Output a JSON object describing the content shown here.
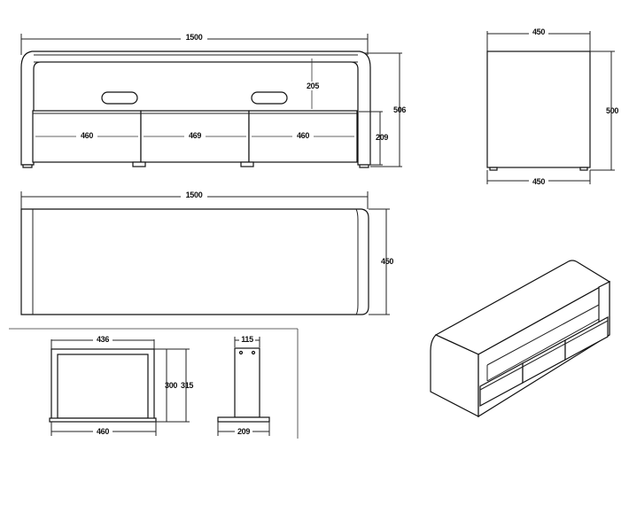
{
  "front_view": {
    "overall_width": "1500",
    "shelf_height": "205",
    "overall_height": "506",
    "drawer_1_width": "460",
    "drawer_2_width": "469",
    "drawer_3_width": "460",
    "drawer_height": "209"
  },
  "side_view": {
    "top_depth": "450",
    "height": "500",
    "bottom_depth": "450"
  },
  "top_view": {
    "width": "1500",
    "depth": "450"
  },
  "drawer_detail": {
    "top_width": "436",
    "inner_height": "300",
    "outer_height": "315",
    "bottom_width": "460"
  },
  "foot_detail": {
    "top_width": "115",
    "base_width": "209"
  }
}
